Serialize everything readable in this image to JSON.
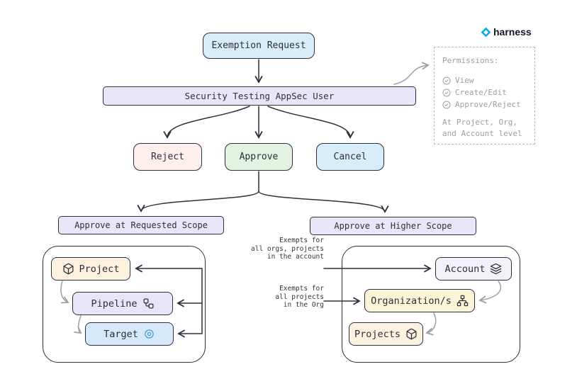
{
  "logo": {
    "brand": "harness"
  },
  "flow": {
    "exemption_request": "Exemption Request",
    "appsec_user": "Security Testing AppSec User",
    "reject": "Reject",
    "approve": "Approve",
    "cancel": "Cancel",
    "requested_scope": "Approve at Requested Scope",
    "higher_scope": "Approve at Higher Scope"
  },
  "requested_scope_items": {
    "project": "Project",
    "pipeline": "Pipeline",
    "target": "Target"
  },
  "higher_scope_items": {
    "account": "Account",
    "organizations": "Organization/s",
    "projects": "Projects"
  },
  "annotations": {
    "account_note": "Exempts for\nall orgs, projects\nin the account",
    "org_note": "Exempts for\nall projects\nin the Org"
  },
  "permissions": {
    "title": "Permissions:",
    "items": [
      "View",
      "Create/Edit",
      "Approve/Reject"
    ],
    "footer": "At Project, Org,\nand Account level"
  },
  "colors": {
    "accent_blue": "#d8ecf9",
    "accent_lavender": "#eae6f9",
    "accent_green": "#e2f3e2",
    "accent_red": "#fcefec",
    "accent_cream": "#fdf2dd",
    "accent_yellow": "#fbf5d8",
    "target_blue": "#4d9bd8",
    "brand_blue": "#00ade4",
    "stroke_dark": "#2f2f3d",
    "stroke_gray": "#9aa0a6"
  }
}
